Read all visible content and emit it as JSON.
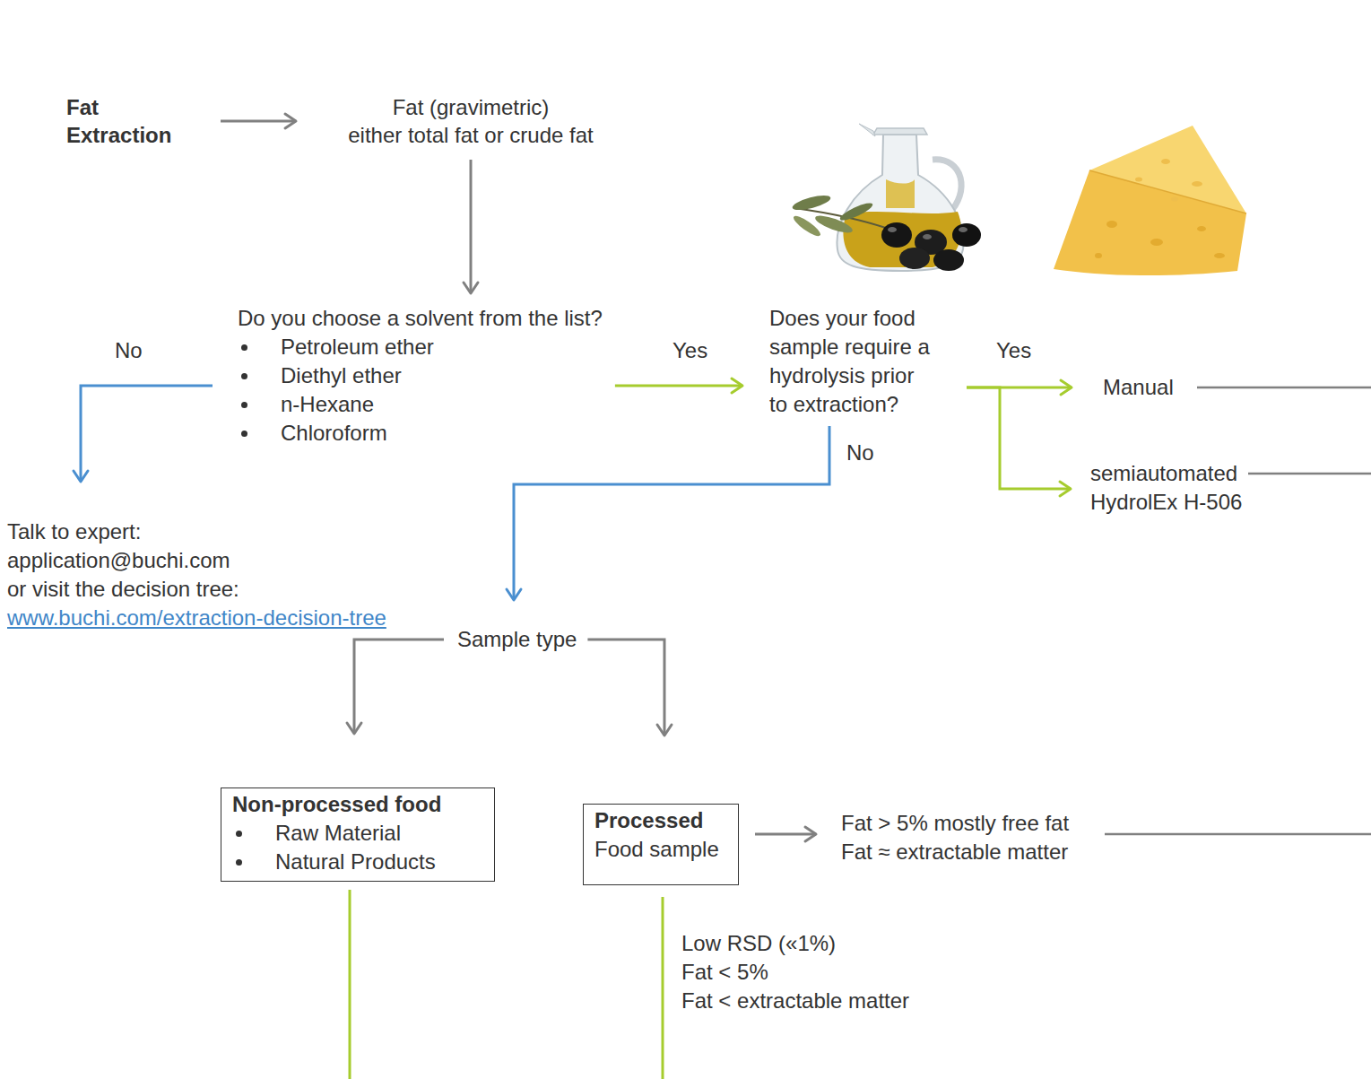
{
  "diagram": {
    "nodes": [
      {
        "text": [
          "Fat Extraction"
        ]
      },
      {
        "text": [
          "Fat (gravimetric)",
          "either total fat or crude fat"
        ]
      },
      {
        "text": [
          "Do you choose a solvent from the list?",
          "Petroleum ether",
          "Diethyl ether",
          "n-Hexane",
          "Chloroform"
        ]
      },
      {
        "text": [
          "Does your food sample require a hydrolysis prior to extraction?"
        ]
      },
      {
        "text": [
          "Manual"
        ]
      },
      {
        "text": [
          "semiautomated",
          "HydrolEx H-506"
        ]
      },
      {
        "text": [
          "Talk to expert:",
          "application@buchi.com",
          "or visit the decision tree:",
          "www.buchi.com/extraction-decision-tree"
        ]
      },
      {
        "text": [
          "Sample type"
        ]
      },
      {
        "text": [
          "Non-processed food",
          "Raw Material",
          "Natural Products"
        ]
      },
      {
        "text": [
          "Processed",
          "Food sample"
        ]
      },
      {
        "text": [
          "Fat > 5% mostly free fat",
          "Fat ≈ extractable matter"
        ]
      }
    ],
    "edges": [
      {
        "from": 0,
        "to": 1,
        "arrow": "to"
      },
      {
        "from": 1,
        "to": 2,
        "arrow": "to"
      },
      {
        "from": 2,
        "to": 6,
        "arrow": "to",
        "label": "No"
      },
      {
        "from": 2,
        "to": 3,
        "arrow": "to",
        "label": "Yes"
      },
      {
        "from": 3,
        "to": 4,
        "arrow": "to",
        "label": "Yes"
      },
      {
        "from": 3,
        "to": 5,
        "arrow": "to"
      },
      {
        "from": 3,
        "to": 7,
        "arrow": "to",
        "label": "No"
      },
      {
        "from": 7,
        "to": 8,
        "arrow": "to"
      },
      {
        "from": 7,
        "to": 9,
        "arrow": "to"
      },
      {
        "from": 9,
        "to": 10,
        "arrow": "to"
      }
    ],
    "labels": [
      "Low RSD («1%)",
      "Fat < 5%",
      "Fat < extractable matter"
    ]
  }
}
